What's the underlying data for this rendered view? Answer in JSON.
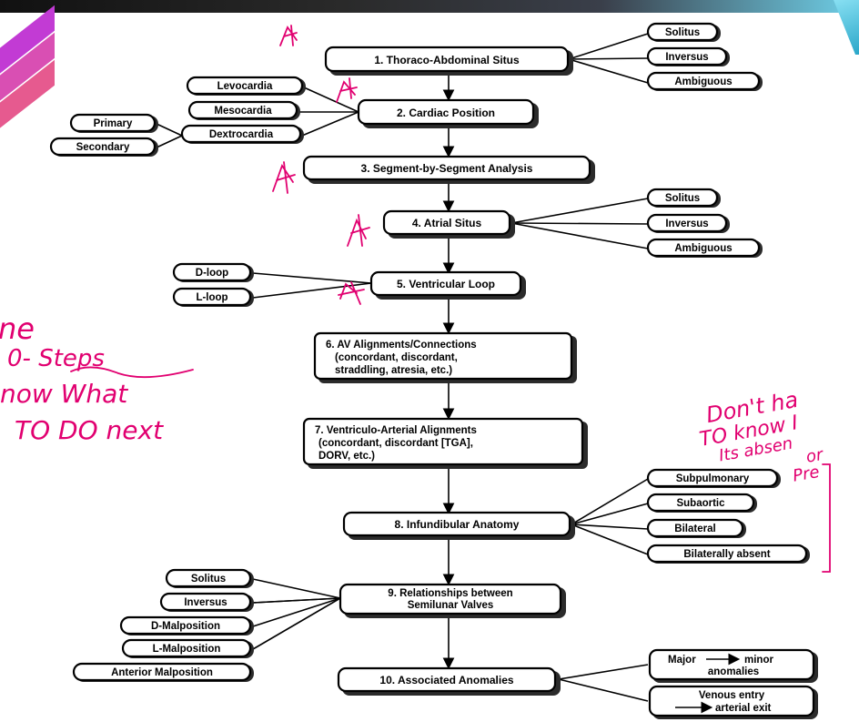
{
  "steps": {
    "s1": "1. Thoraco-Abdominal Situs",
    "s2": "2. Cardiac Position",
    "s3": "3. Segment-by-Segment Analysis",
    "s4": "4. Atrial Situs",
    "s5": "5. Ventricular Loop",
    "s6": [
      "6. AV Alignments/Connections",
      "(concordant, discordant,",
      "straddling, atresia, etc.)"
    ],
    "s7": [
      "7. Ventriculo-Arterial Alignments",
      "(concordant, discordant [TGA],",
      "DORV, etc.)"
    ],
    "s8": "8. Infundibular Anatomy",
    "s9": [
      "9. Relationships between",
      "Semilunar Valves"
    ],
    "s10": "10. Associated Anomalies"
  },
  "options": {
    "situs": [
      "Solitus",
      "Inversus",
      "Ambiguous"
    ],
    "cardiac": [
      "Levocardia",
      "Mesocardia",
      "Dextrocardia"
    ],
    "dextro": [
      "Primary",
      "Secondary"
    ],
    "loop": [
      "D-loop",
      "L-loop"
    ],
    "infundibular": [
      "Subpulmonary",
      "Subaortic",
      "Bilateral",
      "Bilaterally absent"
    ],
    "semilunar": [
      "Solitus",
      "Inversus",
      "D-Malposition",
      "L-Malposition",
      "Anterior Malposition"
    ],
    "anomalies": [
      "Major",
      "minor",
      "anomalies",
      "Venous entry",
      "arterial exit"
    ]
  },
  "handwriting": {
    "left": [
      "ne",
      "0- Steps",
      "now What",
      "TO DO next"
    ],
    "right": [
      "Don't ha",
      "TO know I",
      "Its absen",
      "or",
      "Pre"
    ]
  },
  "colors": {
    "ink": "#e10070",
    "accent": "#6fd0e8"
  }
}
